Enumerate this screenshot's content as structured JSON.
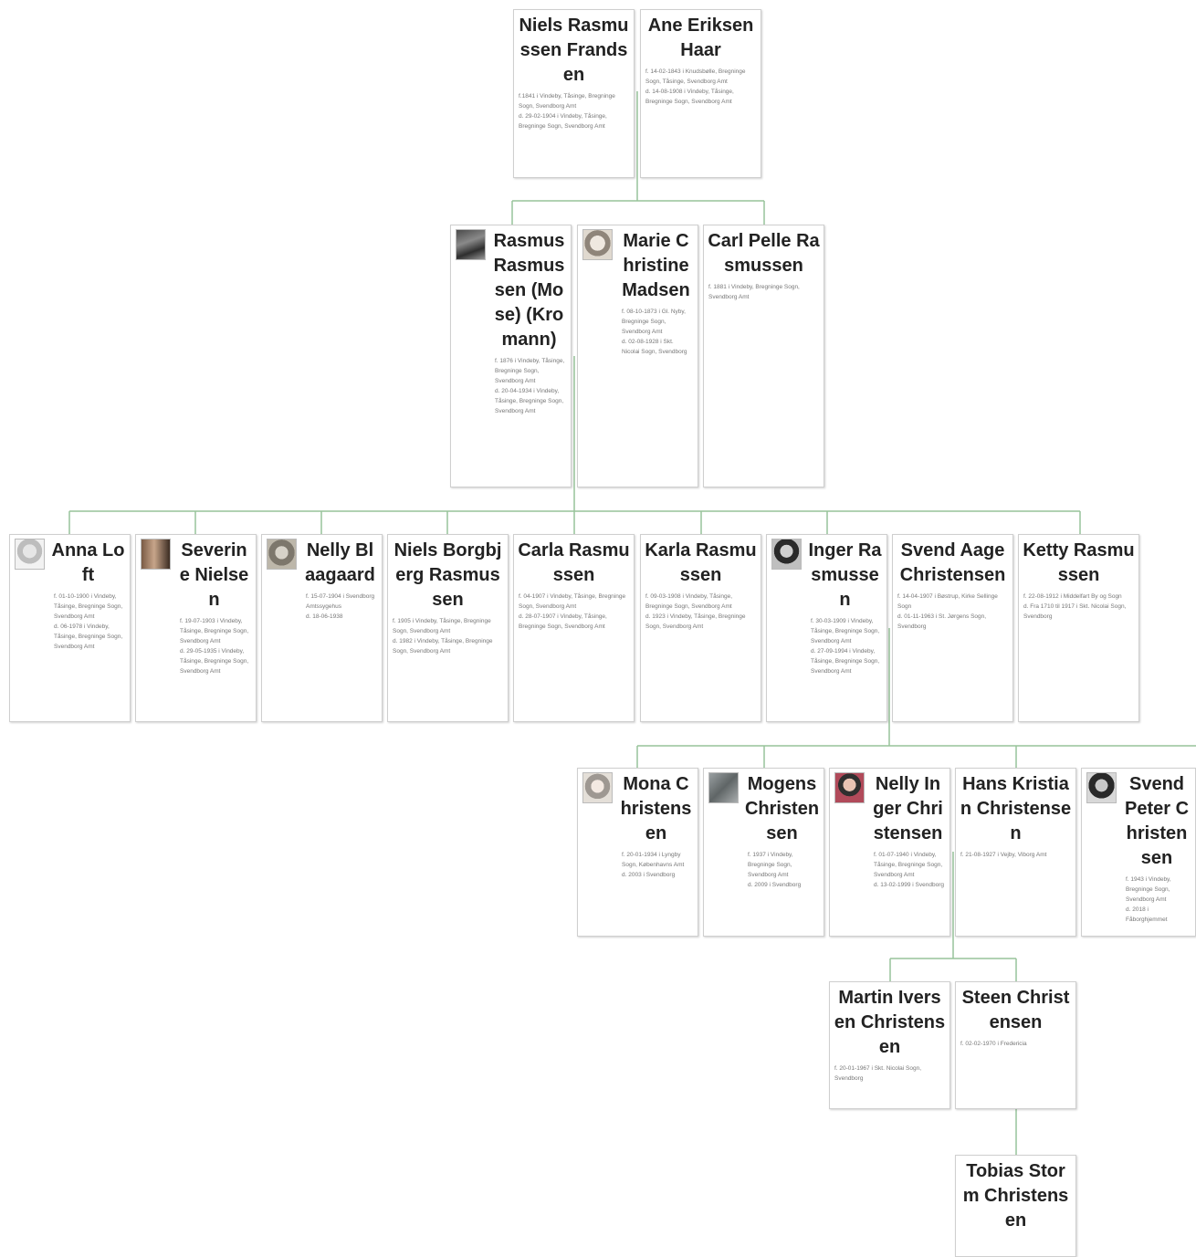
{
  "colors": {
    "line": "#97c39a",
    "card_border": "#cfcfcf",
    "name": "#222222",
    "details": "#777777"
  },
  "people": {
    "niels_frandsen": {
      "name": "Niels Rasmussen Frandsen",
      "born": "f.1841 i Vindeby, Tåsinge, Bregninge Sogn, Svendborg Amt",
      "died": "d. 29-02-1904 i Vindeby, Tåsinge, Bregninge Sogn, Svendborg Amt"
    },
    "ane_haar": {
      "name": "Ane Eriksen Haar",
      "born": "f. 14-02-1843 i Knudsbølle, Bregninge Sogn, Tåsinge, Svendborg Amt",
      "died": "d. 14-08-1908 i Vindeby, Tåsinge, Bregninge Sogn, Svendborg Amt"
    },
    "rasmus_rasmussen": {
      "name": "Rasmus Rasmussen (Mose) (Kromann)",
      "photo": "portrait-photo",
      "born": "f. 1876 i Vindeby, Tåsinge, Bregninge Sogn, Svendborg Amt",
      "died": "d. 20-04-1934 i Vindeby, Tåsinge, Bregninge Sogn, Svendborg Amt"
    },
    "marie_madsen": {
      "name": "Marie Christine Madsen",
      "photo": "portrait-photo",
      "born": "f. 08-10-1873 i Gl. Nyby, Bregninge Sogn, Svendborg Amt",
      "died": "d. 02-08-1928 i Skt. Nicolai Sogn, Svendborg"
    },
    "carl_rasmussen": {
      "name": "Carl Pelle Rasmussen",
      "born": "f. 1881 i Vindeby, Bregninge Sogn, Svendborg Amt",
      "died": ""
    },
    "anna_loft": {
      "name": "Anna Loft",
      "photo": "portrait-photo",
      "born": "f. 01-10-1900 i Vindeby, Tåsinge, Bregninge Sogn, Svendborg Amt",
      "died": "d. 06-1978 i Vindeby, Tåsinge, Bregninge Sogn, Svendborg Amt"
    },
    "severine_nielsen": {
      "name": "Severine Nielsen",
      "photo": "portrait-photo",
      "born": "f. 19-07-1903 i Vindeby, Tåsinge, Bregninge Sogn, Svendborg Amt",
      "died": "d. 29-05-1935 i Vindeby, Tåsinge, Bregninge Sogn, Svendborg Amt"
    },
    "nelly_blaagaard": {
      "name": "Nelly Blaagaard",
      "photo": "portrait-photo",
      "born": "f. 15-07-1904 i Svendborg Amtssygehus",
      "died": "d. 18-06-1938"
    },
    "niels_rasmussen": {
      "name": "Niels Borgbjerg Rasmussen",
      "born": "f. 1905 i Vindeby, Tåsinge, Bregninge Sogn, Svendborg Amt",
      "died": "d. 1982 i Vindeby, Tåsinge, Bregninge Sogn, Svendborg Amt"
    },
    "carla_rasmussen": {
      "name": "Carla Rasmussen",
      "born": "f. 04-1907 i Vindeby, Tåsinge, Bregninge Sogn, Svendborg Amt",
      "died": "d. 28-07-1907 i Vindeby, Tåsinge, Bregninge Sogn, Svendborg Amt"
    },
    "karla_rasmussen": {
      "name": "Karla Rasmussen",
      "born": "f. 09-03-1908 i Vindeby, Tåsinge, Bregninge Sogn, Svendborg Amt",
      "died": "d. 1923 i Vindeby, Tåsinge, Bregninge Sogn, Svendborg Amt"
    },
    "inger_rasmussen": {
      "name": "Inger Rasmussen",
      "photo": "portrait-photo",
      "born": "f. 30-03-1909 i Vindeby, Tåsinge, Bregninge Sogn, Svendborg Amt",
      "died": "d. 27-09-1994 i Vindeby, Tåsinge, Bregninge Sogn, Svendborg Amt"
    },
    "svend_christensen": {
      "name": "Svend Aage Christensen",
      "born": "f. 14-04-1907 i Bøstrup, Kirke Sellinge Sogn",
      "died": "d. 01-11-1963 i St. Jørgens Sogn, Svendborg"
    },
    "ketty_rasmussen": {
      "name": "Ketty Rasmussen",
      "born": "f. 22-08-1912 i Middelfart By og Sogn",
      "died": "d. Fra 1710 til 1917 i Skt. Nicolai Sogn, Svendborg"
    },
    "mona_christensen": {
      "name": "Mona Christensen",
      "photo": "portrait-photo",
      "born": "f. 20-01-1934 i Lyngby Sogn, Københavns Amt",
      "died": "d. 2003 i Svendborg"
    },
    "mogens_christensen": {
      "name": "Mogens Christensen",
      "photo": "portrait-photo",
      "born": "f. 1937 i Vindeby, Bregninge Sogn, Svendborg Amt",
      "died": "d. 2009 i Svendborg"
    },
    "nelly_christensen": {
      "name": "Nelly Inger Christensen",
      "photo": "portrait-photo",
      "born": "f. 01-07-1940 i Vindeby, Tåsinge, Bregninge Sogn, Svendborg Amt",
      "died": "d. 13-02-1999 i Svendborg"
    },
    "hans_christensen": {
      "name": "Hans Kristian Christensen",
      "born": "f. 21-08-1927 i Vejby, Viborg Amt",
      "died": ""
    },
    "svend_peter_christensen": {
      "name": "Svend Peter Christensen",
      "photo": "portrait-photo",
      "born": "f. 1943 i Vindeby, Bregninge Sogn, Svendborg Amt",
      "died": "d. 2018 i Fåborghjemmet"
    },
    "martin_christensen": {
      "name": "Martin Iversen Christensen",
      "born": "f. 20-01-1967 i Skt. Nicolai Sogn, Svendborg",
      "died": ""
    },
    "steen_christensen": {
      "name": "Steen Christensen",
      "born": "f. 02-02-1970 i Fredericia",
      "died": ""
    },
    "tobias_christensen": {
      "name": "Tobias Storm Christensen",
      "born": "",
      "died": ""
    }
  }
}
